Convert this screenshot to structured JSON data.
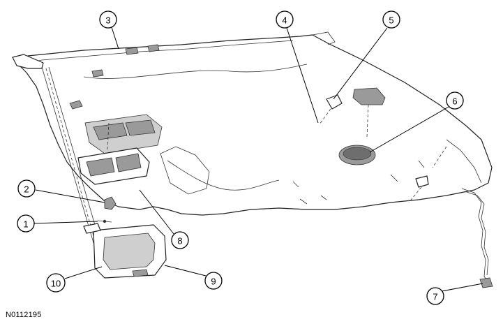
{
  "figure": {
    "reference_id": "N0112195",
    "callouts": [
      {
        "label": "1"
      },
      {
        "label": "2"
      },
      {
        "label": "3"
      },
      {
        "label": "4"
      },
      {
        "label": "5"
      },
      {
        "label": "6"
      },
      {
        "label": "7"
      },
      {
        "label": "8"
      },
      {
        "label": "9"
      },
      {
        "label": "10"
      }
    ]
  }
}
